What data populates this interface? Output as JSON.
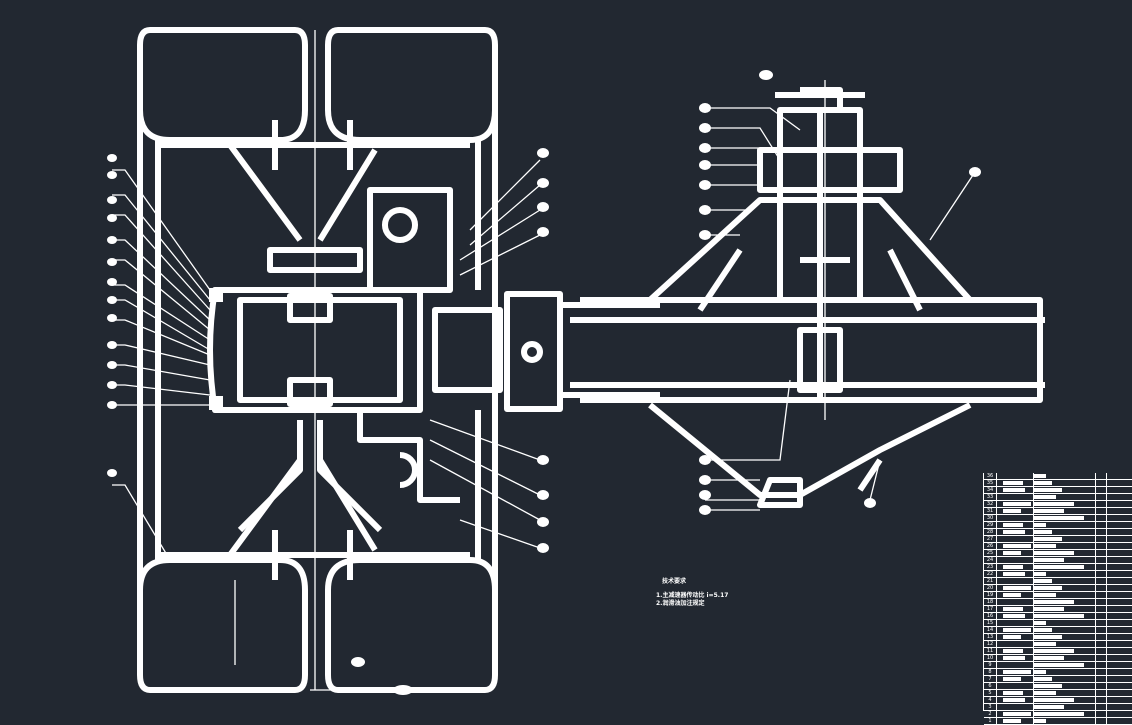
{
  "drawing": {
    "title": "Drive axle assembly drawing",
    "colors": {
      "background": "#222831",
      "lines": "#ffffff"
    }
  },
  "notes": {
    "heading": "技术要求",
    "lines": [
      "1.主减速器传动比 i=5.17",
      "2.润滑油加注规定"
    ]
  },
  "parts_table": {
    "row_numbers": [
      "36",
      "35",
      "34",
      "33",
      "32",
      "31",
      "30",
      "29",
      "28",
      "27",
      "26",
      "25",
      "24",
      "23",
      "22",
      "21",
      "20",
      "19",
      "18",
      "17",
      "16",
      "15",
      "14",
      "13",
      "12",
      "11",
      "10",
      "9",
      "8",
      "7",
      "6",
      "5",
      "4",
      "3",
      "2",
      "1"
    ]
  }
}
